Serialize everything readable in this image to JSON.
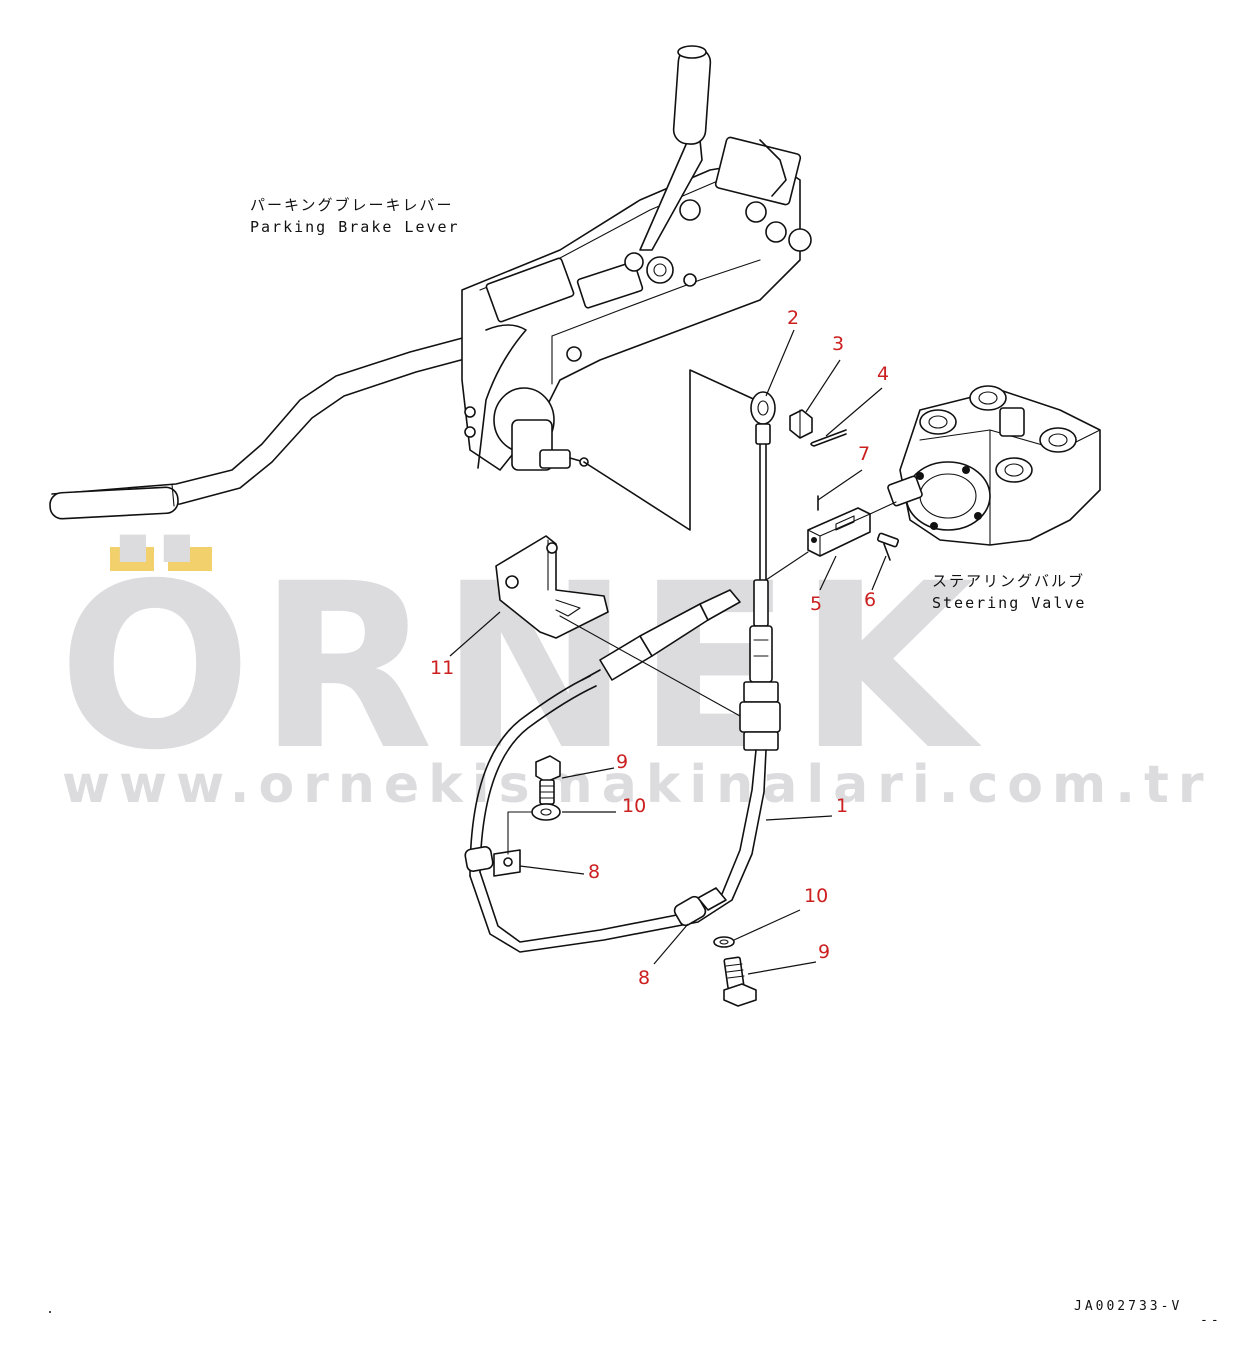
{
  "watermark": {
    "brand_first": "Ö",
    "brand_rest": "RNEK",
    "brand_accent_color": "#f2d06b",
    "brand_color": "#dcdcdf",
    "website": "www.orneki̇smaki̇nalari.com.tr"
  },
  "labels": {
    "parking_brake_jp": "パーキングブレーキレバー",
    "parking_brake_en": "Parking Brake Lever",
    "steering_valve_jp": "ステアリングバルブ",
    "steering_valve_en": "Steering Valve"
  },
  "callouts": [
    "2",
    "3",
    "4",
    "7",
    "5",
    "6",
    "11",
    "9",
    "10",
    "1",
    "8",
    "10",
    "9",
    "8"
  ],
  "callout_color": "#cc1f1f",
  "drawing_reference": "JA002733-V",
  "corner_mark": "--"
}
